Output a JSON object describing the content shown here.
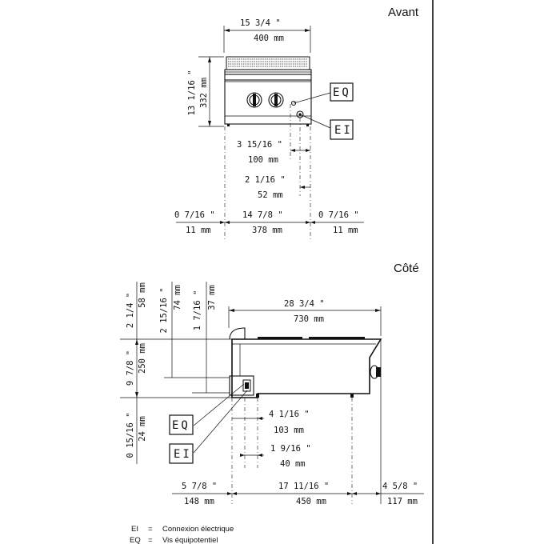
{
  "views": {
    "front_title": "Avant",
    "side_title": "Côté"
  },
  "front": {
    "width_in": "15 3/4 \"",
    "width_mm": "400 mm",
    "height_in": "13 1/16 \"",
    "height_mm": "332 mm",
    "eq_offset_in": "3 15/16 \"",
    "eq_offset_mm": "100 mm",
    "ei_offset_in": "2 1/16 \"",
    "ei_offset_mm": "52 mm",
    "foot_left_in": "0 7/16 \"",
    "foot_left_mm": "11 mm",
    "foot_span_in": "14 7/8 \"",
    "foot_span_mm": "378 mm",
    "foot_right_in": "0 7/16 \"",
    "foot_right_mm": "11 mm",
    "eq_label": "EQ",
    "ei_label": "EI"
  },
  "side": {
    "depth_in": "28 3/4 \"",
    "depth_mm": "730 mm",
    "v1_in": "2 1/4 \"",
    "v1_mm": "58 mm",
    "v2_in": "2 15/16 \"",
    "v2_mm": "74 mm",
    "v3_in": "1 7/16 \"",
    "v3_mm": "37 mm",
    "v4_in": "9 7/8 \"",
    "v4_mm": "250 mm",
    "v5_in": "0 15/16 \"",
    "v5_mm": "24 mm",
    "eq_depth_in": "4 1/16 \"",
    "eq_depth_mm": "103 mm",
    "ei_depth_in": "1 9/16 \"",
    "ei_depth_mm": "40 mm",
    "foot_front_in": "5 7/8 \"",
    "foot_front_mm": "148 mm",
    "foot_span_in": "17 11/16 \"",
    "foot_span_mm": "450 mm",
    "foot_rear_in": "4 5/8 \"",
    "foot_rear_mm": "117 mm",
    "eq_label": "EQ",
    "ei_label": "EI"
  },
  "legend": {
    "ei_code": "EI",
    "ei_eq": "=",
    "ei_desc": "Connexion électrique",
    "eq_code": "EQ",
    "eq_eq": "=",
    "eq_desc": "Vis équipotentiel"
  }
}
